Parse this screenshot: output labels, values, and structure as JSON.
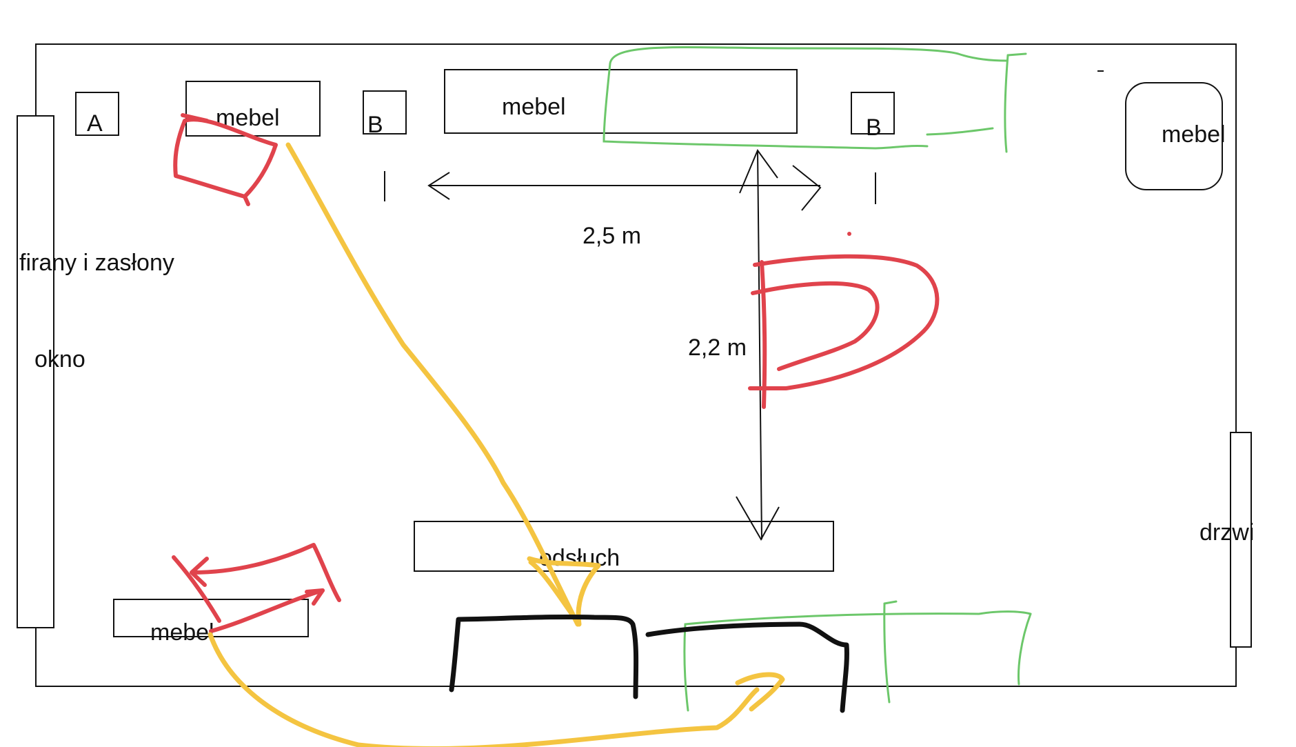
{
  "diagram": {
    "labels": {
      "furniture_a": "mebel",
      "furniture_b": "mebel",
      "furniture_c": "mebel",
      "furniture_d": "mebel",
      "speaker_a": "A",
      "speaker_b_left": "B",
      "speaker_b_right": "B",
      "curtains": "firany i zasłony",
      "window": "okno",
      "width_dimension": "2,5 m",
      "depth_dimension": "2,2 m",
      "listening_position": "odsłuch",
      "door": "drzwi"
    },
    "colors": {
      "outline": "#111111",
      "green": "#6cc76a",
      "red": "#e0434c",
      "yellow": "#f4c441",
      "black_marker": "#111111"
    }
  }
}
